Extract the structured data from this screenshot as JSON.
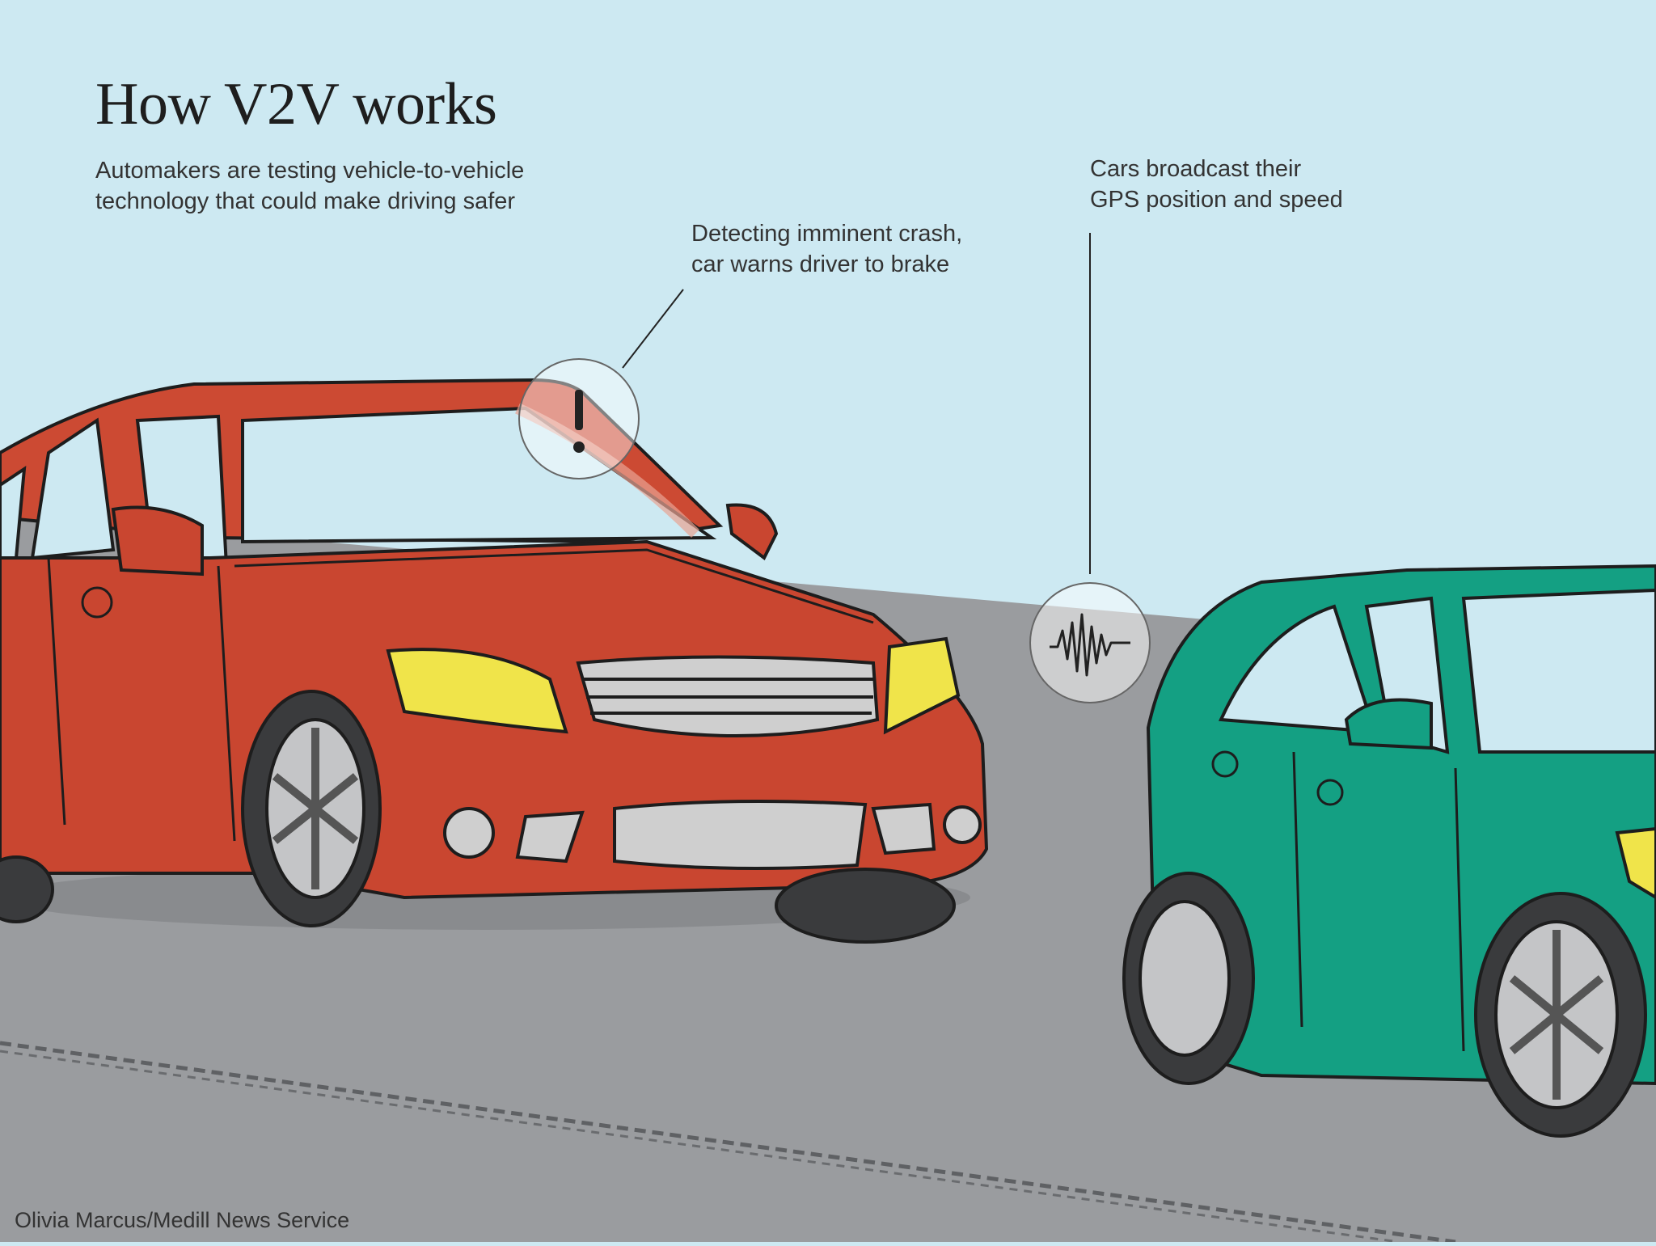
{
  "title": "How V2V works",
  "subtitle": "Automakers are testing vehicle-to-vehicle\ntechnology that could make driving safer",
  "callouts": {
    "crash_warning": "Detecting imminent crash,\ncar warns driver to brake",
    "broadcast": "Cars broadcast their\nGPS position and speed"
  },
  "credit": "Olivia Marcus/Medill News Service",
  "icons": {
    "warning": "exclamation-icon",
    "signal": "signal-wave-icon"
  },
  "colors": {
    "sky": "#cde9f2",
    "road": "#9a9c9f",
    "red_car": "#c94630",
    "green_car": "#14a083",
    "headlight": "#f0e44a"
  }
}
